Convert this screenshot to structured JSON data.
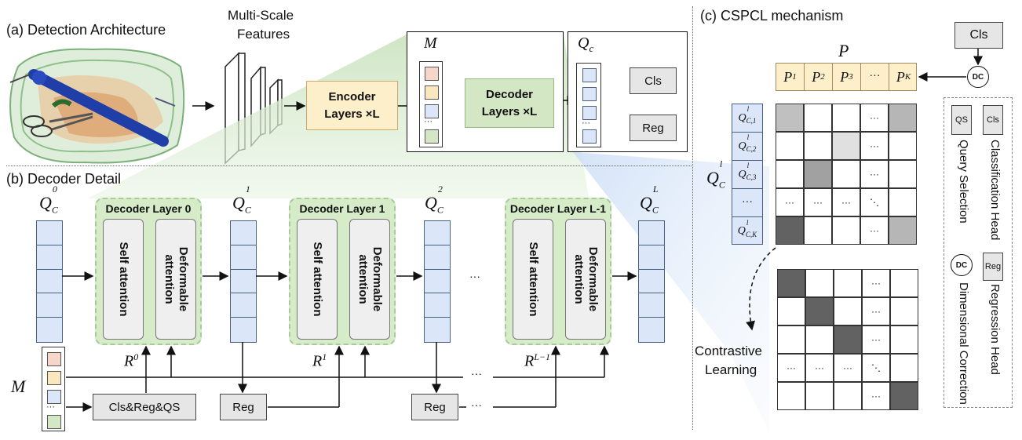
{
  "panel_a": {
    "title": "(a) Detection Architecture",
    "features_label_line1": "Multi-Scale",
    "features_label_line2": "Features",
    "encoder_line1": "Encoder",
    "encoder_line2": "Layers ×L",
    "decoder_line1": "Decoder",
    "decoder_line2": "Layers ×L",
    "memory_symbol": "M",
    "query_symbol": "Q",
    "query_sub": "c",
    "cls_label": "Cls",
    "reg_label": "Reg",
    "dots": "···"
  },
  "panel_b": {
    "title": "(b) Decoder Detail",
    "layers": [
      {
        "title": "Decoder Layer 0",
        "self_attention": "Self attention",
        "deformable_line1": "Deformable",
        "deformable_line2": "attention"
      },
      {
        "title": "Decoder Layer 1",
        "self_attention": "Self attention",
        "deformable_line1": "Deformable",
        "deformable_line2": "attention"
      },
      {
        "title": "Decoder Layer L-1",
        "self_attention": "Self attention",
        "deformable_line1": "Deformable",
        "deformable_line2": "attention"
      }
    ],
    "query_base": "Q",
    "query_sub": "C",
    "query_sups": [
      "0",
      "1",
      "2",
      "L"
    ],
    "ref_base": "R",
    "ref_sups": [
      "0",
      "1",
      "L−1"
    ],
    "memory_symbol": "M",
    "head0_label": "Cls&Reg&QS",
    "reg_label": "Reg",
    "dots": "···"
  },
  "panel_c": {
    "title": "(c) CSPCL mechanism",
    "cls_label": "Cls",
    "dc_label": "DC",
    "prototype_symbol": "P",
    "prototype_cells": [
      "P1",
      "P2",
      "P3",
      "···",
      "PK"
    ],
    "prototype_subs": [
      "1",
      "2",
      "3",
      "",
      "K"
    ],
    "query_symbol": "Q",
    "query_sup": "l",
    "query_sub": "C",
    "query_rows": [
      "Q C,1",
      "Q C,2",
      "Q C,3",
      "···",
      "Q C,K"
    ],
    "query_row_subs": [
      "C,1",
      "C,2",
      "C,3",
      "",
      "C,K"
    ],
    "contrastive_line1": "Contrastive",
    "contrastive_line2": "Learning",
    "matrix_dots": "···",
    "matrix_ddots": "⋱"
  },
  "legend": {
    "qs_icon": "QS",
    "qs_text": "Query Selection",
    "cls_icon": "Cls",
    "cls_text": "Classification Head",
    "dc_icon": "DC",
    "dc_text": "Dimensional Correction",
    "reg_icon": "Reg",
    "reg_text": "Regression Head"
  },
  "colors": {
    "encoder_fill": "#fcefc9",
    "decoder_fill": "#d3e7c4",
    "query_fill": "#dbe7f8",
    "layer_fill": "#d6ebc8",
    "head_fill": "#e6e6e6",
    "prototype_fill": "#fcefc9"
  },
  "similarity_matrix": [
    [
      0.3,
      0,
      0,
      -1,
      0.35
    ],
    [
      0,
      0,
      0.15,
      -1,
      0
    ],
    [
      0,
      0.45,
      0,
      -1,
      0
    ],
    [
      -1,
      -1,
      -1,
      -2,
      0
    ],
    [
      0.75,
      0,
      0,
      -1,
      0.35
    ]
  ],
  "target_matrix": [
    [
      0.75,
      0,
      0,
      -1,
      0
    ],
    [
      0,
      0.75,
      0,
      -1,
      0
    ],
    [
      0,
      0,
      0.75,
      -1,
      0
    ],
    [
      -1,
      -1,
      -1,
      -2,
      0
    ],
    [
      0,
      0,
      0,
      -1,
      0.75
    ]
  ]
}
